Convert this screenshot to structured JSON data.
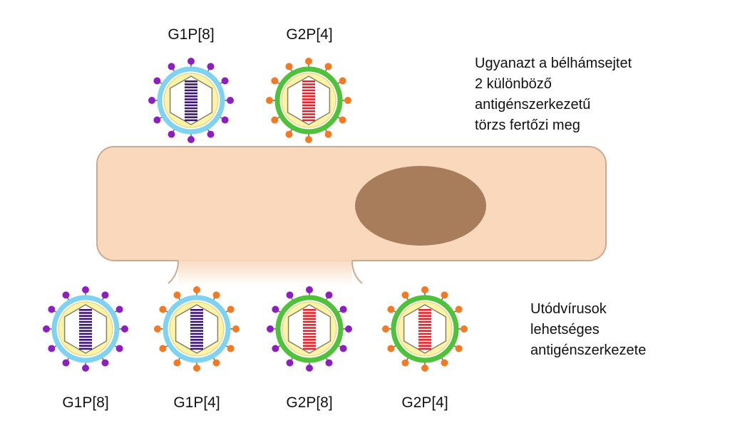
{
  "parent_viruses": [
    {
      "label": "G1P[8]",
      "outer": "blue",
      "spike": "purple",
      "core": "purple"
    },
    {
      "label": "G2P[4]",
      "outer": "green",
      "spike": "orange",
      "core": "red"
    }
  ],
  "progeny_viruses": [
    {
      "label": "G1P[8]",
      "outer": "blue",
      "spike": "purple",
      "core": "purple"
    },
    {
      "label": "G1P[4]",
      "outer": "blue",
      "spike": "orange",
      "core": "purple"
    },
    {
      "label": "G2P[8]",
      "outer": "green",
      "spike": "purple",
      "core": "red"
    },
    {
      "label": "G2P[4]",
      "outer": "green",
      "spike": "orange",
      "core": "red"
    }
  ],
  "note_top": [
    "Ugyanazt a bélhámsejtet",
    "2 különböző",
    "antigénszerkezetű",
    "törzs fertőzi meg"
  ],
  "note_bottom": [
    "Utódvírusok",
    "lehetséges",
    "antigénszerkezete"
  ],
  "colors": {
    "cell_body": "#f9d8bc",
    "cell_border": "#c9ab93",
    "nucleus": "#a77d5c",
    "blue_layer": "#7fd3f1",
    "green_layer": "#4fc13b",
    "yellow_layer": "#fbf4a8",
    "purple": "#8e1fbf",
    "orange": "#f37a25",
    "core_purple": "#3c1676",
    "core_red": "#e8222a"
  }
}
